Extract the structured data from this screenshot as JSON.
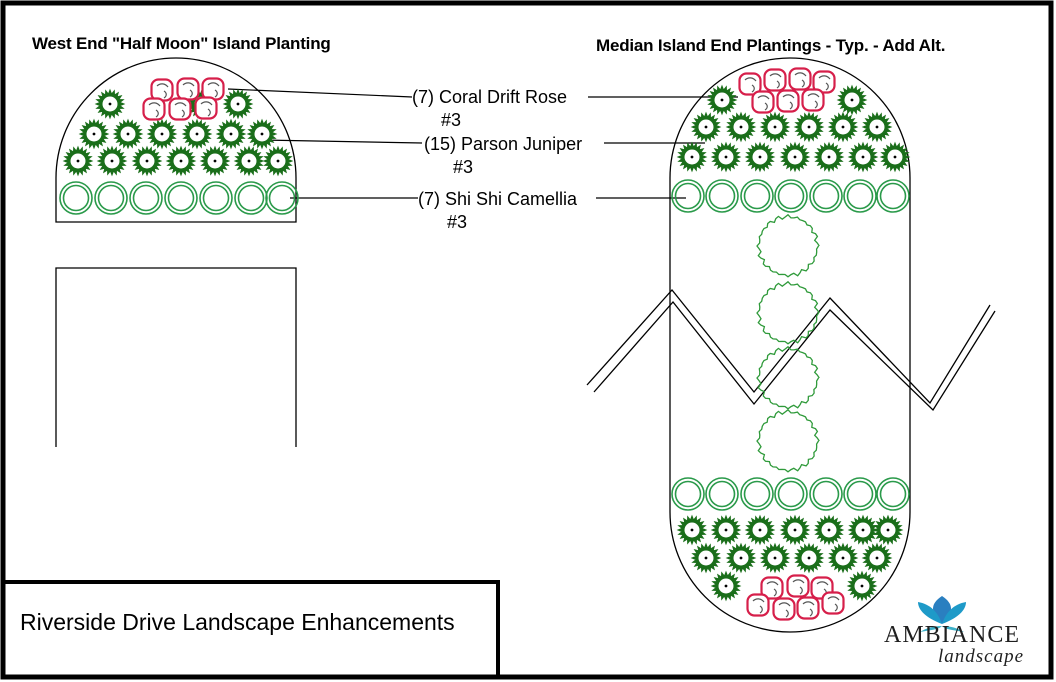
{
  "titles": {
    "west": "West End \"Half Moon\" Island Planting",
    "median": "Median Island End Plantings - Typ. - Add Alt."
  },
  "plants": [
    {
      "qty_name": "(7) Coral Drift Rose",
      "size": "#3",
      "color": "#d61f4a"
    },
    {
      "qty_name": "(15) Parson Juniper",
      "size": "#3",
      "color": "#1a6e1a"
    },
    {
      "qty_name": "(7) Shi Shi Camellia",
      "size": "#3",
      "color": "#2a9a4a"
    }
  ],
  "project_title": "Riverside Drive Landscape Enhancements",
  "logo": {
    "word1": "AMBIANCE",
    "word2": "landscape"
  },
  "colors": {
    "rose": "#d61f4a",
    "juniper": "#1a6e1a",
    "camellia": "#2a9a4a",
    "tree": "#2f9a3a",
    "line": "#000000"
  }
}
